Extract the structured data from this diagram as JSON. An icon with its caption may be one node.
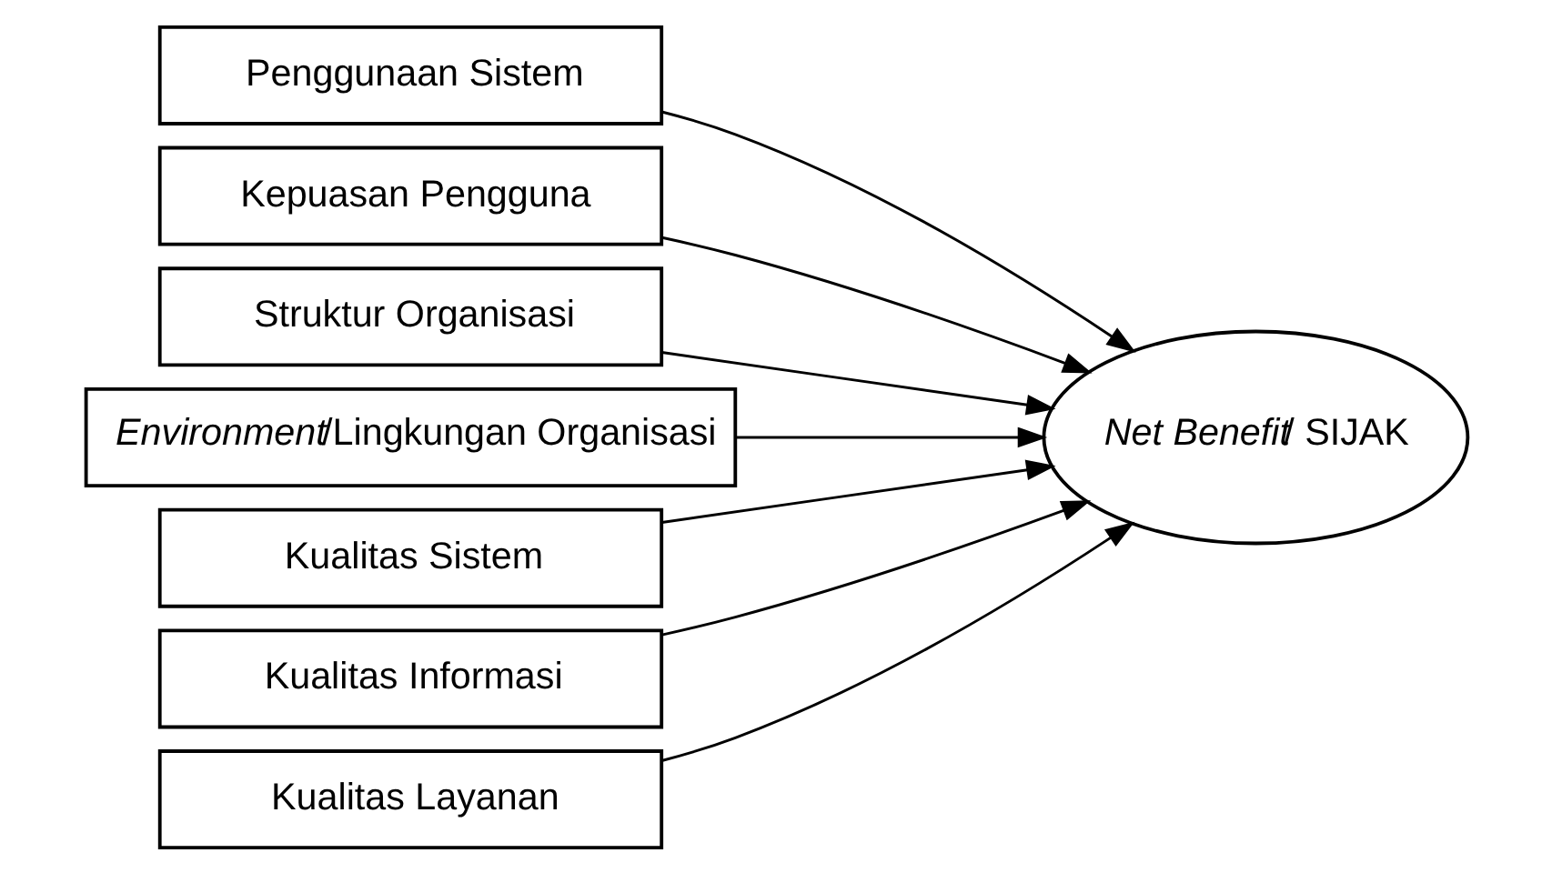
{
  "diagram": {
    "nodes": [
      {
        "text": [
          "Penggunaan Sistem"
        ]
      },
      {
        "text": [
          "Kepuasan Pengguna"
        ]
      },
      {
        "text": [
          "Struktur Organisasi"
        ]
      },
      {
        "text": [
          "*Environment*/Lingkungan Organisasi"
        ]
      },
      {
        "text": [
          "Kualitas Sistem"
        ]
      },
      {
        "text": [
          "Kualitas Informasi"
        ]
      },
      {
        "text": [
          "Kualitas Layanan"
        ]
      },
      {
        "text": [
          "*Net Benefit*/ SIJAK"
        ]
      }
    ],
    "edges": [
      {
        "from": 0,
        "to": 7,
        "arrow": "to"
      },
      {
        "from": 1,
        "to": 7,
        "arrow": "to"
      },
      {
        "from": 2,
        "to": 7,
        "arrow": "to"
      },
      {
        "from": 3,
        "to": 7,
        "arrow": "to"
      },
      {
        "from": 4,
        "to": 7,
        "arrow": "to"
      },
      {
        "from": 5,
        "to": 7,
        "arrow": "to"
      },
      {
        "from": 6,
        "to": 7,
        "arrow": "to"
      }
    ]
  }
}
